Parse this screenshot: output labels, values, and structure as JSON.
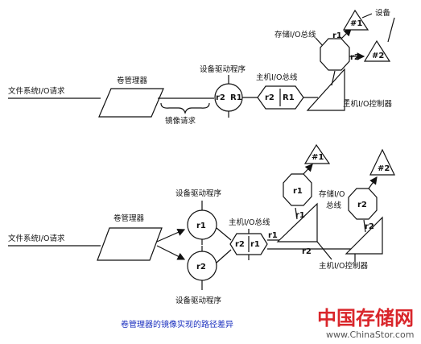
{
  "top": {
    "request": "文件系统I/O请求",
    "volume_manager": "卷管理器",
    "mirror_request": "镜像请求",
    "device_driver": "设备驱动程序",
    "host_bus": "主机I/O总线",
    "storage_bus": "存储I/O总线",
    "controller": "主机I/O控制器",
    "devices": "设备",
    "circle_r2": "r2",
    "circle_R1": "R1",
    "hex_r2": "r2",
    "hex_R1": "R1",
    "oct_r1": "r1",
    "oct_r2": "r2",
    "dev1": "#1",
    "dev2": "#2"
  },
  "bottom": {
    "request": "文件系统I/O请求",
    "volume_manager": "卷管理器",
    "driver_top": "设备驱动程序",
    "driver_bottom": "设备驱动程序",
    "host_bus": "主机I/O总线",
    "storage_bus_1": "存储I/O",
    "storage_bus_2": "总线",
    "controller": "主机I/O控制器",
    "circle_r1": "r1",
    "circle_r2": "r2",
    "hex_r2": "r2",
    "hex_r1": "r1",
    "line_r1": "r1",
    "line_r2": "r2",
    "oct_r1": "r1",
    "oct_r2": "r2",
    "oct_r1_label": "r1",
    "oct_r2_label": "r2",
    "dev1": "#1",
    "dev2": "#2"
  },
  "caption": "卷管理器的镜像实现的路径差异",
  "watermark": {
    "brand": "中国存储网",
    "url": "www.ChinaStor.com"
  },
  "colors": {
    "caption": "#1a2fbf",
    "brand": "#d9262b"
  }
}
